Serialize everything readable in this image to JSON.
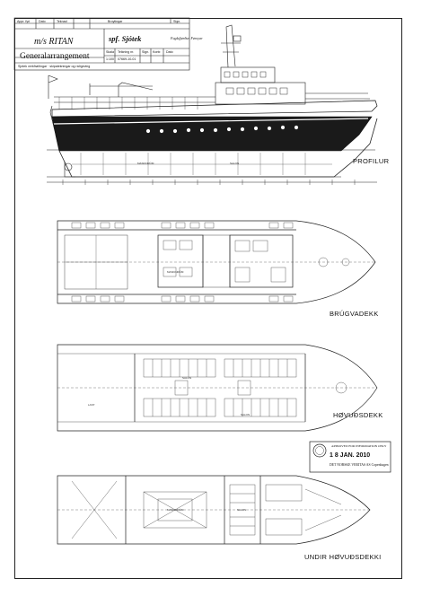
{
  "title_block": {
    "vessel": "m/s RITAN",
    "drawing_title": "Generalarrangement",
    "company": "spf. Sjótek",
    "location": "Fuglafjørður, Føroyar",
    "header_cells": [
      "Appr. fyri",
      "Dato",
      "Teknad",
      "Broytingar",
      "Sign."
    ],
    "mid_labels": [
      "Skala",
      "Teikning nr.",
      "Sign.",
      "Kontr.",
      "Dato"
    ],
    "scale": "1:100",
    "drawing_no": "07669-10-01",
    "address_line": "Sjótek verkfrøðingar · skipatekningar og ráðgeving"
  },
  "views": {
    "profile": "PROFILUR",
    "bridge_deck": "BRÚGVADEKK",
    "main_deck": "HØVUÐSDEKK",
    "lower_deck": "UNDIR HØVUÐSDEKKI"
  },
  "rooms": {
    "maskin": "MASKINRÚM",
    "salon": "SALON",
    "lest": "LAST",
    "eldhus": "ELDHÚS"
  },
  "stamp": {
    "text_top": "APPROVED FOR INFORMATION ONLY",
    "date": "1 8 JAN. 2010",
    "text_bottom": "DET NORSKE VERITAS AS Copenhagen"
  },
  "colors": {
    "ink": "#111111",
    "paper": "#ffffff",
    "hull_dark": "#1a1a1a"
  }
}
